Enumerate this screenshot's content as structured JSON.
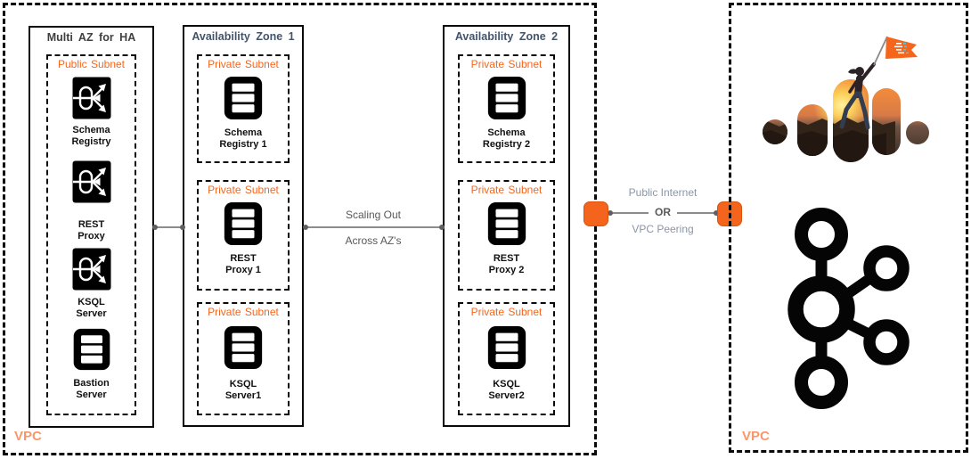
{
  "left_vpc": {
    "label": "VPC",
    "multi_az": {
      "title": "Multi AZ for HA",
      "subnet_label": "Public Subnet",
      "nodes": [
        {
          "line1": "Schema",
          "line2": "Registry",
          "icon": "load-balancer-icon"
        },
        {
          "line1": "REST",
          "line2": "Proxy",
          "icon": "load-balancer-icon"
        },
        {
          "line1": "KSQL",
          "line2": "Server",
          "icon": "load-balancer-icon"
        },
        {
          "line1": "Bastion",
          "line2": "Server",
          "icon": "server-icon"
        }
      ]
    },
    "zones": [
      {
        "title": "Availability Zone 1",
        "subnets": [
          {
            "label": "Private Subnet",
            "line1": "Schema",
            "line2": "Registry 1",
            "icon": "server-icon"
          },
          {
            "label": "Private Subnet",
            "line1": "REST",
            "line2": "Proxy 1",
            "icon": "server-icon"
          },
          {
            "label": "Private Subnet",
            "line1": "KSQL",
            "line2": "Server1",
            "icon": "server-icon"
          }
        ]
      },
      {
        "title": "Availability Zone 2",
        "subnets": [
          {
            "label": "Private Subnet",
            "line1": "Schema",
            "line2": "Registry 2",
            "icon": "server-icon"
          },
          {
            "label": "Private Subnet",
            "line1": "REST",
            "line2": "Proxy 2",
            "icon": "server-icon"
          },
          {
            "label": "Private Subnet",
            "line1": "KSQL",
            "line2": "Server2",
            "icon": "server-icon"
          }
        ]
      }
    ]
  },
  "connectors": {
    "scaling": {
      "line1": "Scaling Out",
      "line2": "Across AZ's"
    },
    "peering": {
      "top": "Public Internet",
      "middle": "OR",
      "bottom": "VPC Peering"
    }
  },
  "right_vpc": {
    "label": "VPC",
    "summit_icon": "confluent-summit-flag-photo",
    "kafka_icon": "apache-kafka-logo"
  },
  "colors": {
    "accent_orange": "#f4641c",
    "vpc_label_orange": "#f9976b",
    "zone_title": "#44546a",
    "gray_text": "#595959",
    "peering_text": "#8b96a5"
  }
}
